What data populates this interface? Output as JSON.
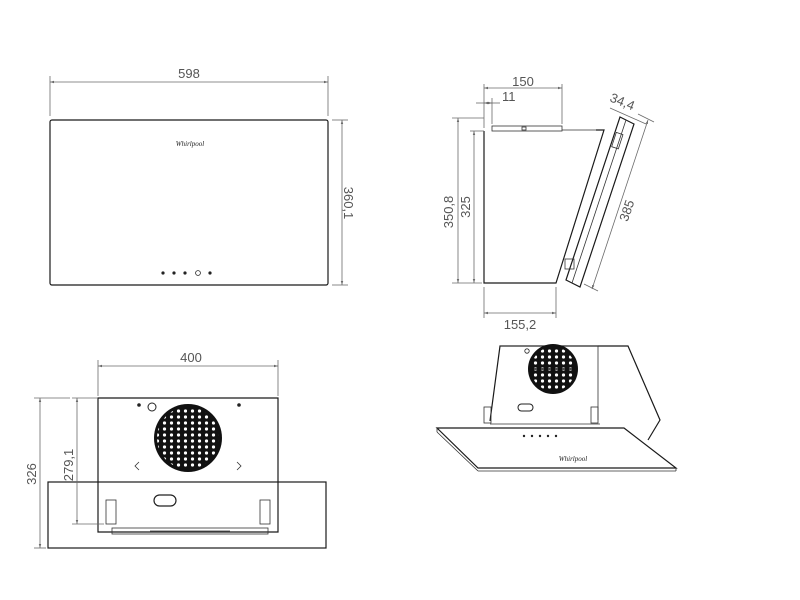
{
  "front_view": {
    "width_label": "598",
    "height_label": "360,1",
    "logo_text": "Whirlpool"
  },
  "side_view": {
    "depth_label": "150",
    "offset_label": "11",
    "glass_label": "34,4",
    "height_outer_label": "350,8",
    "height_inner_label": "325",
    "glass_length_label": "385",
    "bottom_depth_label": "155,2"
  },
  "rear_view": {
    "width_label": "400",
    "height_inner_label": "279,1",
    "height_outer_label": "326"
  },
  "iso_view": {
    "logo_text": "Whirlpool"
  },
  "colors": {
    "line": "#1a1a1a",
    "dimension": "#6a6a6a",
    "text": "#555555"
  }
}
